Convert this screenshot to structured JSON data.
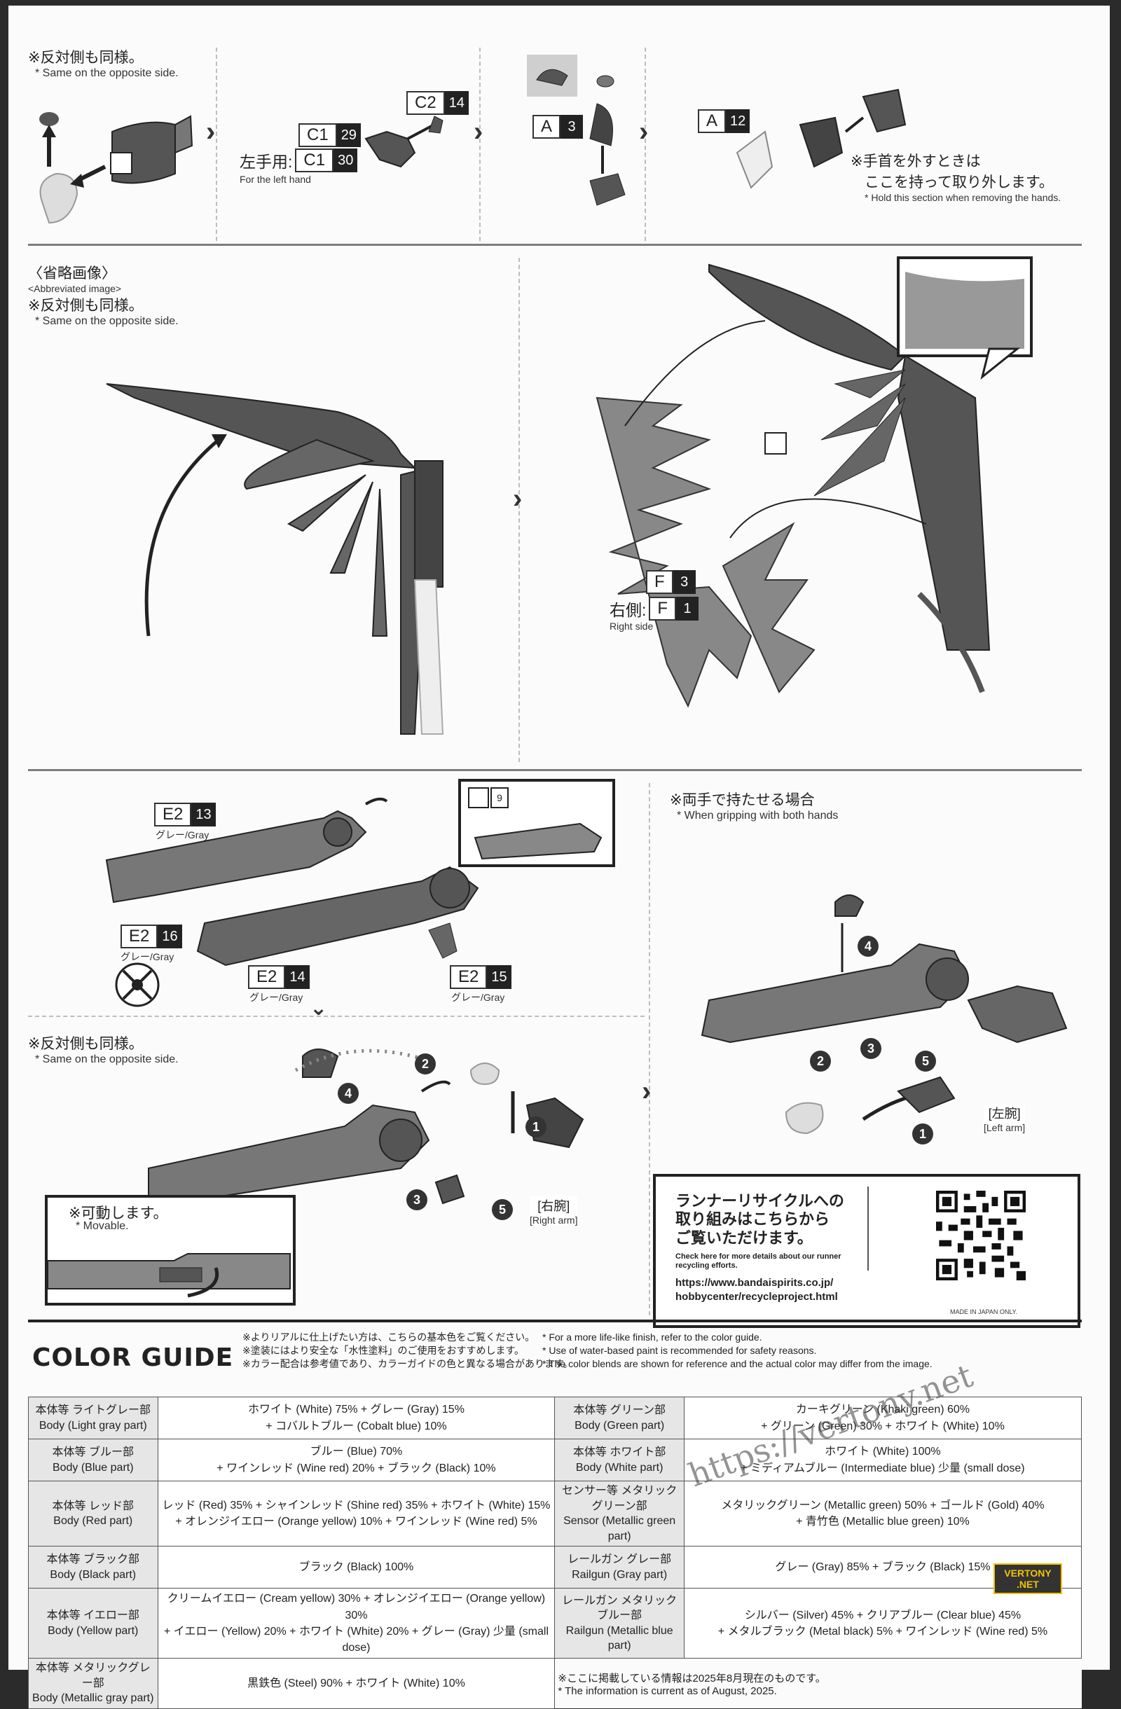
{
  "top_row": {
    "p1_jp": "※反対側も同様。",
    "p1_en": "* Same on the opposite side.",
    "p2_left_label": "左手用:",
    "p2_left_en": "For the left hand",
    "p4_jp_1": "※手首を外すときは",
    "p4_jp_2": "ここを持って取り外します。",
    "p4_en": "* Hold this section when removing the hands."
  },
  "tags": {
    "c2_14": {
      "letter": "C2",
      "num": "14"
    },
    "c1_29": {
      "letter": "C1",
      "num": "29"
    },
    "c1_30": {
      "letter": "C1",
      "num": "30"
    },
    "a_3": {
      "letter": "A",
      "num": "3"
    },
    "a_12": {
      "letter": "A",
      "num": "12"
    },
    "f_3": {
      "letter": "F",
      "num": "3"
    },
    "f_1": {
      "letter": "F",
      "num": "1"
    },
    "e2_13": {
      "letter": "E2",
      "num": "13"
    },
    "e2_16": {
      "letter": "E2",
      "num": "16"
    },
    "e2_14": {
      "letter": "E2",
      "num": "14"
    },
    "e2_15": {
      "letter": "E2",
      "num": "15"
    }
  },
  "gray_label": "グレー/Gray",
  "middle_row": {
    "abbr_jp": "〈省略画像〉",
    "abbr_en": "<Abbreviated image>",
    "same_jp": "※反対側も同様。",
    "same_en": "* Same on the opposite side.",
    "right_jp": "右側:",
    "right_en": "Right side"
  },
  "lower_row": {
    "small_tag": "9",
    "both_jp": "※両手で持たせる場合",
    "both_en": "* When gripping with both hands",
    "same_jp": "※反対側も同様。",
    "same_en": "* Same on the opposite side.",
    "movable_jp": "※可動します。",
    "movable_en": "* Movable.",
    "right_arm_jp": "[右腕]",
    "right_arm_en": "[Right arm]",
    "left_arm_jp": "[左腕]",
    "left_arm_en": "[Left arm]",
    "steps": [
      "1",
      "2",
      "3",
      "4",
      "5"
    ]
  },
  "recycle": {
    "jp_1": "ランナーリサイクルへの",
    "jp_2": "取り組みはこちらから",
    "jp_3": "ご覧いただけます。",
    "en_1": "Check here for more details about our runner",
    "en_2": "recycling efforts.",
    "url_1": "https://www.bandaispirits.co.jp/",
    "url_2": "hobbycenter/recycleproject.html",
    "made_in": "MADE IN JAPAN ONLY."
  },
  "color_guide": {
    "title": "COLOR GUIDE",
    "notes_jp": [
      "※よりリアルに仕上げたい方は、こちらの基本色をご覧ください。",
      "※塗装にはより安全な「水性塗料」のご使用をおすすめします。",
      "※カラー配合は参考値であり、カラーガイドの色と異なる場合があります。"
    ],
    "notes_en": [
      "* For a more life-like finish, refer to the color guide.",
      "* Use of water-based paint is recommended for safety reasons.",
      "* The color blends are shown for reference and the actual color may differ from the image."
    ],
    "rows": [
      {
        "h1": "本体等 ライトグレー部",
        "h2": "Body (Light gray part)",
        "v1": "ホワイト (White) 75% + グレー (Gray) 15%",
        "v2": "+ コバルトブルー (Cobalt blue) 10%",
        "h3": "本体等 グリーン部",
        "h4": "Body (Green part)",
        "v3": "カーキグリーン (Khaki green) 60%",
        "v4": "+ グリーン (Green) 30% + ホワイト (White) 10%"
      },
      {
        "h1": "本体等 ブルー部",
        "h2": "Body (Blue part)",
        "v1": "ブルー (Blue) 70%",
        "v2": "+ ワインレッド (Wine red) 20% + ブラック (Black) 10%",
        "h3": "本体等 ホワイト部",
        "h4": "Body (White part)",
        "v3": "ホワイト (White) 100%",
        "v4": "+ ミディアムブルー (Intermediate blue) 少量 (small dose)"
      },
      {
        "h1": "本体等 レッド部",
        "h2": "Body (Red part)",
        "v1": "レッド (Red) 35% + シャインレッド (Shine red) 35% + ホワイト (White) 15%",
        "v2": "+ オレンジイエロー (Orange yellow) 10% + ワインレッド (Wine red) 5%",
        "h3": "センサー等 メタリックグリーン部",
        "h4": "Sensor (Metallic green part)",
        "v3": "メタリックグリーン (Metallic green) 50% + ゴールド (Gold) 40%",
        "v4": "+ 青竹色 (Metallic blue green) 10%"
      },
      {
        "h1": "本体等 ブラック部",
        "h2": "Body (Black part)",
        "v1": "ブラック (Black) 100%",
        "v2": "",
        "h3": "レールガン グレー部",
        "h4": "Railgun (Gray part)",
        "v3": "グレー (Gray) 85% + ブラック (Black) 15%",
        "v4": ""
      },
      {
        "h1": "本体等 イエロー部",
        "h2": "Body (Yellow part)",
        "v1": "クリームイエロー (Cream yellow) 30% + オレンジイエロー (Orange yellow) 30%",
        "v2": "+ イエロー (Yellow) 20% + ホワイト (White) 20% + グレー (Gray) 少量 (small dose)",
        "h3": "レールガン メタリックブルー部",
        "h4": "Railgun (Metallic blue part)",
        "v3": "シルバー (Silver) 45% + クリアブルー (Clear blue) 45%",
        "v4": "+ メタルブラック (Metal black) 5% + ワインレッド (Wine red) 5%"
      },
      {
        "h1": "本体等 メタリックグレー部",
        "h2": "Body (Metallic gray part)",
        "v1": "黒鉄色 (Steel) 90% + ホワイト (White) 10%",
        "v2": "",
        "h3": "",
        "h4": "",
        "v3": "※ここに掲載している情報は2025年8月現在のものです。",
        "v4": "* The information is current as of August, 2025."
      }
    ]
  },
  "watermark": {
    "url": "https://vertony.net",
    "logo_1": "VERTONY",
    "logo_2": ".NET"
  }
}
